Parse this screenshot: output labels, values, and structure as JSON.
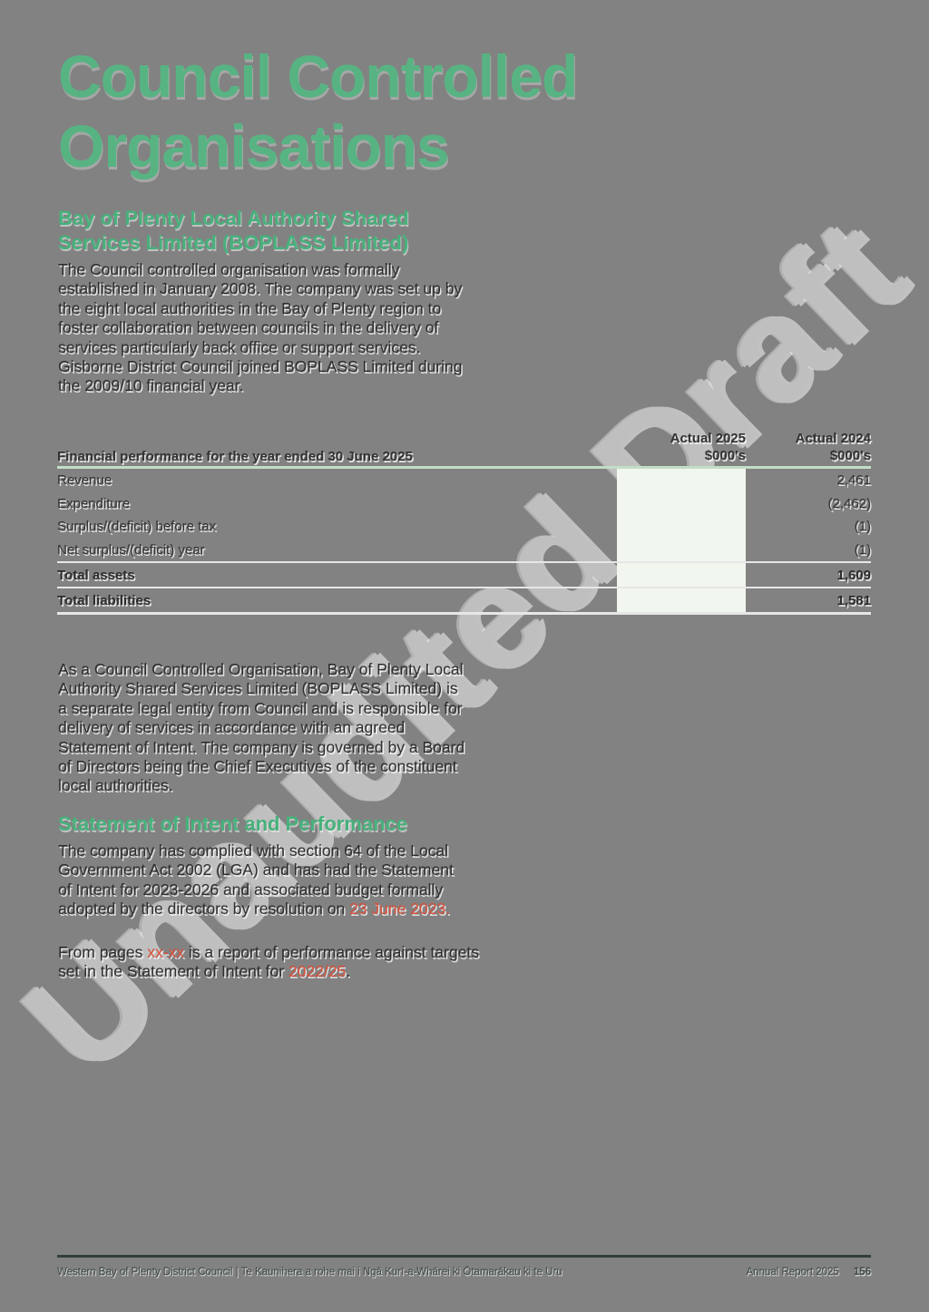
{
  "colors": {
    "page_background": "#828282",
    "title_green": "#58b383",
    "heading_green": "#47b17c",
    "body_text": "#2e2e2e",
    "red_highlight": "#d9503c",
    "watermark_gray": "#bfbfbf",
    "table_column_highlight": "#f1f6ef",
    "table_green_rule": "#c2ddc6",
    "footer_rule": "#333e39"
  },
  "watermark": {
    "text": "Unaudited Draft"
  },
  "title": {
    "full": "Council Controlled Organisations",
    "line1": "Council Controlled",
    "line2": "Organisations"
  },
  "boplass": {
    "heading": "Bay of Plenty Local Authority Shared Services Limited (BOPLASS Limited)",
    "para1": "The Council controlled organisation was formally established in January 2008. The company was set up by the eight local authorities in the Bay of Plenty region to foster collaboration between councils in the delivery of services particularly back office or support services. Gisborne District Council joined BOPLASS Limited during the 2009/10 financial year.",
    "para2": "As a Council Controlled Organisation, Bay of Plenty Local Authority Shared Services Limited (BOPLASS Limited) is a separate legal entity from Council and is responsible for delivery of services in accordance with an agreed Statement of Intent. The company is governed by a Board of Directors being the Chief Executives of the constituent local authorities."
  },
  "table": {
    "caption": "Financial performance for the year ended 30 June 2025",
    "col2025_line1": "Actual 2025",
    "col2025_line2": "$000's",
    "col2024_line1": "Actual 2024",
    "col2024_line2": "$000's",
    "rows": [
      {
        "label": "Revenue",
        "actual_2025": "",
        "actual_2024": "2,461"
      },
      {
        "label": "Expenditure",
        "actual_2025": "",
        "actual_2024": "(2,462)"
      },
      {
        "label": "Surplus/(deficit) before tax",
        "actual_2025": "",
        "actual_2024": "(1)"
      },
      {
        "label": "Net surplus/(deficit) year",
        "actual_2025": "",
        "actual_2024": "(1)"
      },
      {
        "label": "Total assets",
        "actual_2025": "",
        "actual_2024": "1,609"
      },
      {
        "label": "Total liabilities",
        "actual_2025": "",
        "actual_2024": "1,581"
      }
    ]
  },
  "soi": {
    "heading": "Statement of Intent and Performance",
    "para1_pre": "The company has complied with section 64 of the Local Government Act 2002 (LGA) and has had the Statement of Intent for 2023-2026 and associated budget formally adopted by the directors by resolution on ",
    "para1_red": "23 June 2023.",
    "para2_pre": "From pages ",
    "para2_red1": "xx-xx",
    "para2_mid": " is a report of performance against targets set in the Statement of Intent for ",
    "para2_red2": "2022/25",
    "para2_post": "."
  },
  "footer": {
    "left": "Western Bay of Plenty District Council | Te Kaunihera a rohe mai i Ngā Kurī-a-Whārei ki Ōtamarākau ki te Uru",
    "right": "Annual Report 2025",
    "page_number": "156"
  }
}
